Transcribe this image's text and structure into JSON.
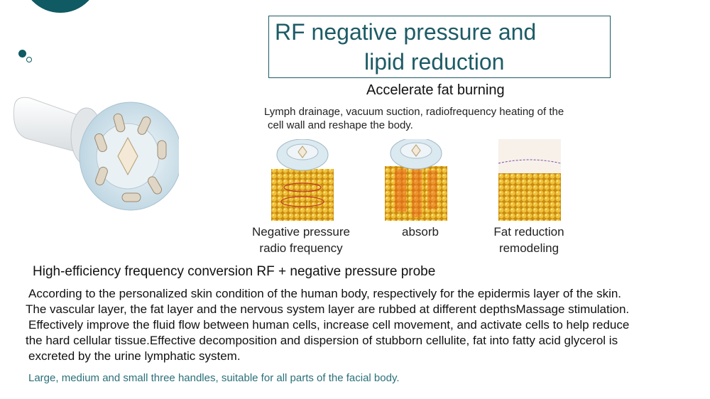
{
  "title": {
    "line1": "RF negative pressure and",
    "line2": "lipid reduction"
  },
  "subtitle": "Accelerate fat burning",
  "intro": {
    "line1": "Lymph drainage, vacuum suction, radiofrequency heating of the",
    "line2": "cell wall and reshape the body."
  },
  "steps": [
    {
      "line1": "Negative pressure",
      "line2": "radio frequency",
      "icon": "probe-fat-diagram"
    },
    {
      "line1": "absorb",
      "line2": "",
      "icon": "absorb-fat-diagram"
    },
    {
      "line1": "Fat reduction",
      "line2": "remodeling",
      "icon": "reduced-fat-diagram"
    }
  ],
  "headline": "High-efficiency frequency conversion RF + negative pressure probe",
  "body": {
    "line1": "According to the personalized skin condition of the human body, respectively for the epidermis layer of the skin.",
    "line2": "The vascular layer, the fat layer and the nervous system layer are rubbed at different depthsMassage stimulation.",
    "line3": "Effectively improve the fluid flow between human cells, increase cell movement, and activate cells to help reduce",
    "line4": "the hard cellular tissue.Effective decomposition and dispersion of stubborn cellulite, fat into fatty acid glycerol is",
    "line5": "excreted by the urine lymphatic system."
  },
  "footnote": "Large, medium and small three handles, suitable for all parts of the facial body.",
  "colors": {
    "accent": "#1d5b66",
    "fat": "#d9a51c",
    "probe": "#dbe9f0"
  }
}
